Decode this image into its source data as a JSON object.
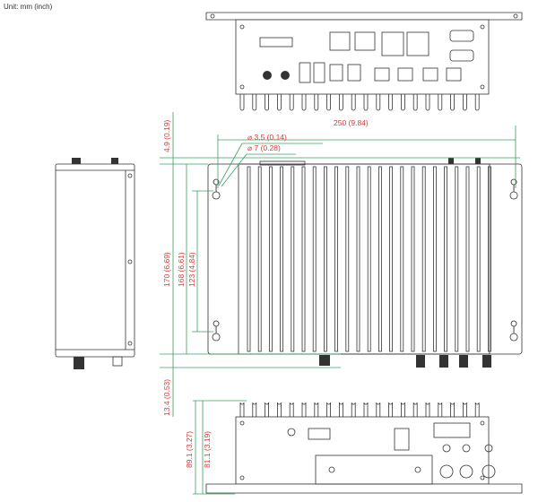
{
  "unit_label": "Unit: mm (inch)",
  "dimensions": {
    "width": "250 (9.84)",
    "hole_small": "⌀ 3.5 (0.14)",
    "hole_large": "⌀ 7 (0.28)",
    "top_offset": "4.9 (0.19)",
    "overall_height": "170 (6.69)",
    "body_height": "168 (6.61)",
    "slot_spacing": "123 (4.84)",
    "connector_protrusion": "13.4 (0.53)",
    "overall_depth": "89.1 (3.27)",
    "body_depth": "81.1 (3.19)"
  },
  "colors": {
    "dimension_line": "#3aa060",
    "dimension_text": "#d83a3a",
    "outline": "#333333"
  }
}
